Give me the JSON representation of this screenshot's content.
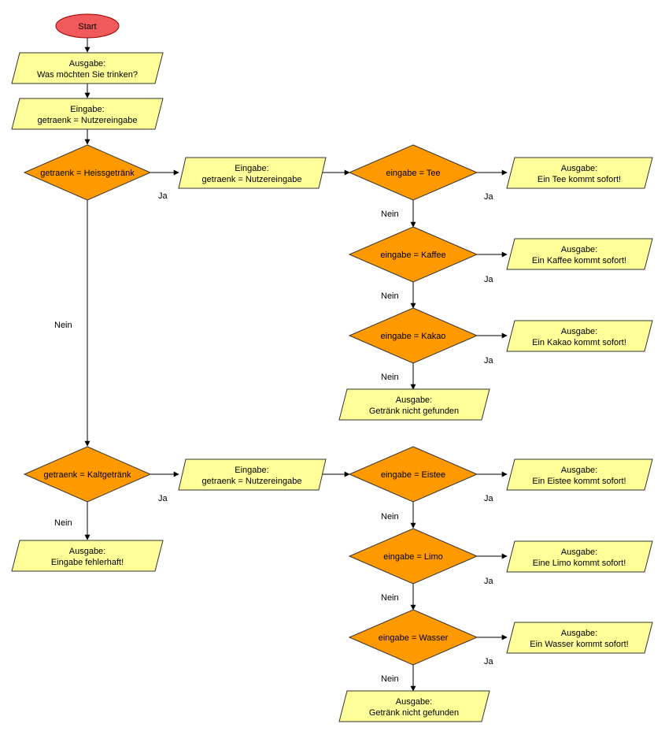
{
  "nodes": {
    "start": "Start",
    "output_question": [
      "Ausgabe:",
      "Was möchten Sie trinken?"
    ],
    "input_1": [
      "Eingabe:",
      "getraenk = Nutzereingabe"
    ],
    "dec_heiss": "getraenk = Heissgetränk",
    "input_heiss": [
      "Eingabe:",
      "getraenk = Nutzereingabe"
    ],
    "dec_tee": "eingabe = Tee",
    "out_tee": [
      "Ausgabe:",
      "Ein Tee kommt sofort!"
    ],
    "dec_kaffee": "eingabe = Kaffee",
    "out_kaffee": [
      "Ausgabe:",
      "Ein Kaffee kommt sofort!"
    ],
    "dec_kakao": "eingabe = Kakao",
    "out_kakao": [
      "Ausgabe:",
      "Ein Kakao kommt sofort!"
    ],
    "out_notfound_heiss": [
      "Ausgabe:",
      "Getränk nicht gefunden"
    ],
    "dec_kalt": "getraenk = Kaltgetränk",
    "input_kalt": [
      "Eingabe:",
      "getraenk = Nutzereingabe"
    ],
    "dec_eistee": "eingabe = Eistee",
    "out_eistee": [
      "Ausgabe:",
      "Ein Eistee kommt sofort!"
    ],
    "dec_limo": "eingabe = Limo",
    "out_limo": [
      "Ausgabe:",
      "Eine Limo kommt sofort!"
    ],
    "dec_wasser": "eingabe = Wasser",
    "out_wasser": [
      "Ausgabe:",
      "Ein Wasser kommt sofort!"
    ],
    "out_notfound_kalt": [
      "Ausgabe:",
      "Getränk nicht gefunden"
    ],
    "out_fehler": [
      "Ausgabe:",
      "Eingabe fehlerhaft!"
    ]
  },
  "labels": {
    "yes": "Ja",
    "no": "Nein"
  },
  "colors": {
    "start_fill": "#f15a5a",
    "io_fill": "#ffff99",
    "decision_fill": "#ff9900"
  }
}
